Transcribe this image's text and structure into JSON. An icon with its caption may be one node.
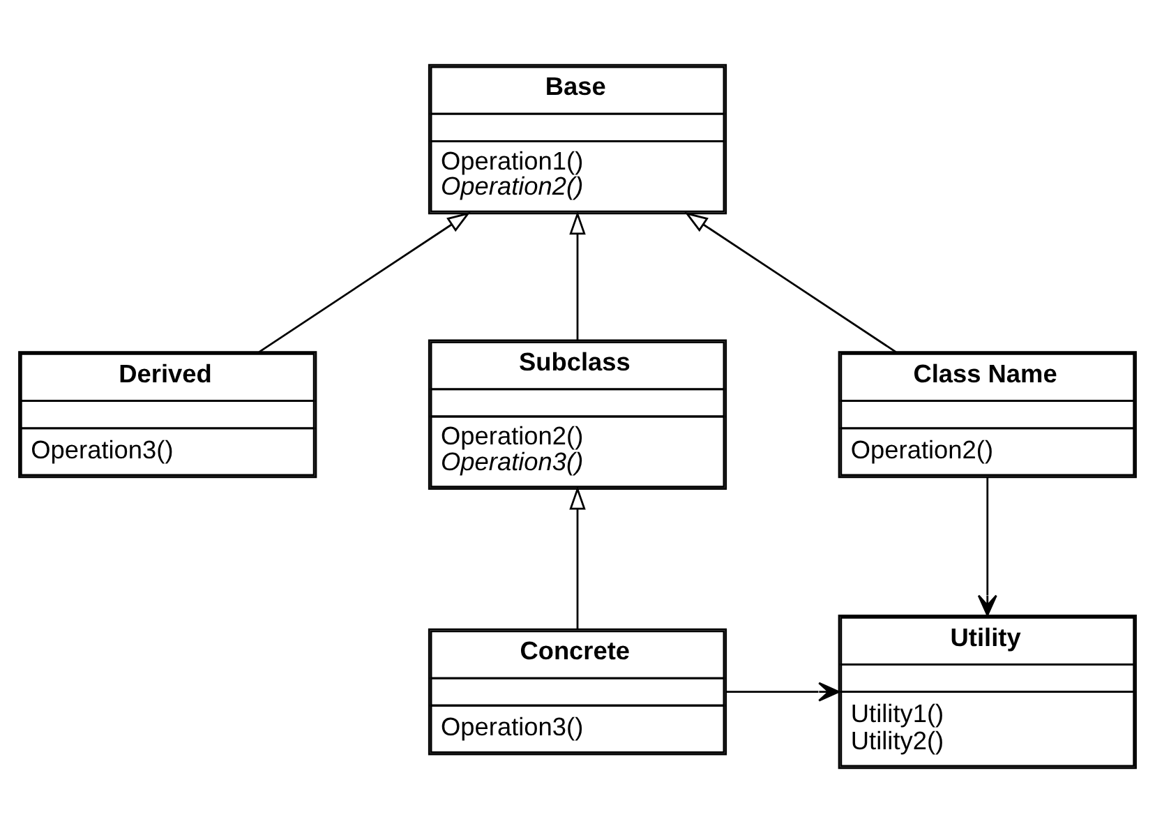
{
  "diagram": {
    "nodes": [
      {
        "text": [
          "Base",
          "Operation1()",
          "*Operation2()*"
        ]
      },
      {
        "text": [
          "Derived",
          "Operation3()"
        ]
      },
      {
        "text": [
          "Subclass",
          "Operation2()",
          "*Operation3()*"
        ]
      },
      {
        "text": [
          "Class Name",
          "Operation2()"
        ]
      },
      {
        "text": [
          "Concrete",
          "Operation3()"
        ]
      },
      {
        "text": [
          "Utility",
          "Utility1()",
          "Utility2()"
        ]
      }
    ],
    "edges": [
      {
        "from": 1,
        "to": 0,
        "arrow": "to"
      },
      {
        "from": 2,
        "to": 0,
        "arrow": "to"
      },
      {
        "from": 3,
        "to": 0,
        "arrow": "to"
      },
      {
        "from": 4,
        "to": 2,
        "arrow": "to"
      },
      {
        "from": 3,
        "to": 5,
        "arrow": "to"
      },
      {
        "from": 4,
        "to": 5,
        "arrow": "to"
      }
    ]
  }
}
